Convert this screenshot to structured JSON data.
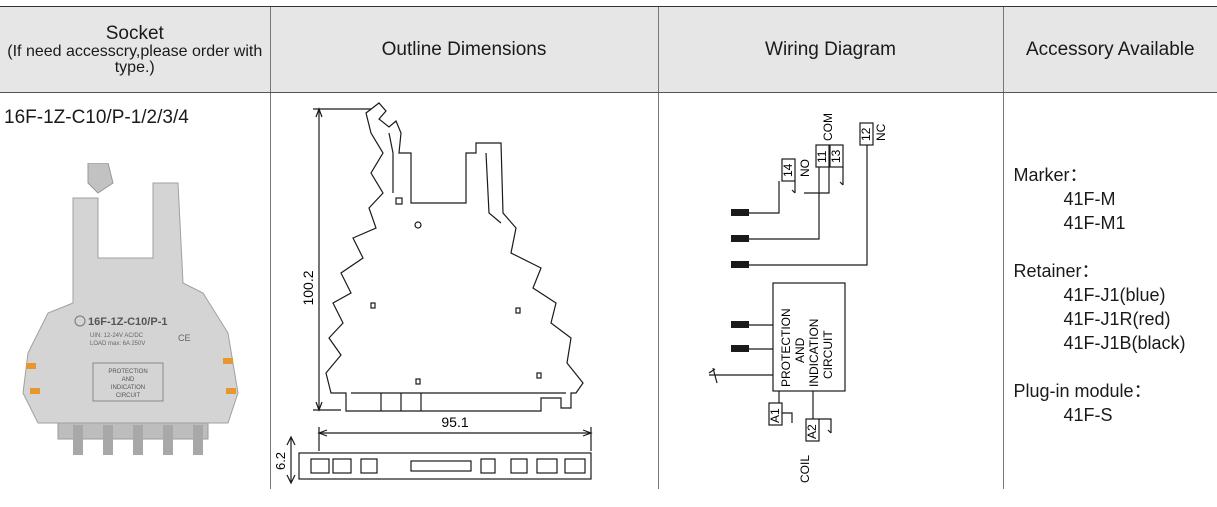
{
  "header": {
    "socket_title": "Socket",
    "socket_note": "(If need accesscry,please order with type.)",
    "outline": "Outline Dimensions",
    "wiring": "Wiring Diagram",
    "accessory": "Accessory Available"
  },
  "socket": {
    "model": "16F-1Z-C10/P-1/2/3/4",
    "product_label": "16F-1Z-C10/P-1",
    "product_rating_1": "UIN: 12-24V AC/DC",
    "product_rating_2": "LOAD max: 6A 250V",
    "product_box_1": "PROTECTION",
    "product_box_2": "AND",
    "product_box_3": "INDICATION",
    "product_box_4": "CIRCUIT"
  },
  "outline": {
    "height_label": "100.2",
    "width_label": "95.1",
    "depth_label": "6.2"
  },
  "wiring": {
    "no_label": "NO",
    "com_label": "COM",
    "nc_label": "NC",
    "t14": "14",
    "t11": "11",
    "t13": "13",
    "t12": "12",
    "a1": "A1",
    "a2": "A2",
    "coil": "COIL",
    "box_1": "PROTECTION",
    "box_2": "AND",
    "box_3": "INDICATION",
    "box_4": "CIRCUIT"
  },
  "accessories": [
    {
      "title": "Marker：",
      "items": [
        "41F-M",
        "41F-M1"
      ]
    },
    {
      "title": "Retainer：",
      "items": [
        "41F-J1(blue)",
        "41F-J1R(red)",
        "41F-J1B(black)"
      ]
    },
    {
      "title": "Plug-in module：",
      "items": [
        "41F-S"
      ]
    }
  ],
  "colors": {
    "header_bg": "#e6e6e6",
    "line": "#1a1a1a",
    "product_gray": "#c9c9c9"
  }
}
